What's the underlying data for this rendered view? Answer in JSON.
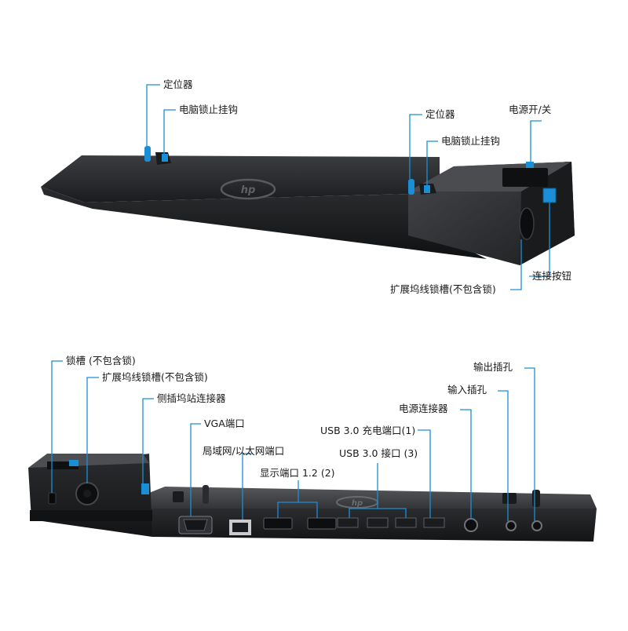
{
  "accent_color": "#1a8fd8",
  "top_view": {
    "labels": {
      "locator_left": "定位器",
      "hook_left": "电脑锁止挂钩",
      "locator_right": "定位器",
      "hook_right": "电脑锁止挂钩",
      "power": "电源开/关",
      "connect_button": "连接按钮",
      "dock_lock_slot": "扩展坞线锁槽(不包含锁)"
    }
  },
  "rear_view": {
    "labels": {
      "lock_slot": "锁槽 (不包含锁)",
      "dock_lock_slot": "扩展坞线锁槽(不包含锁)",
      "side_connector": "侧插坞站连接器",
      "vga": "VGA端口",
      "lan": "局域网/以太网端口",
      "displayport": "显示端口 1.2 (2)",
      "usb_charge": "USB 3.0 充电端口(1)",
      "usb3": "USB 3.0 接口 (3)",
      "power_connector": "电源连接器",
      "audio_in": "输入插孔",
      "audio_out": "输出插孔"
    }
  }
}
